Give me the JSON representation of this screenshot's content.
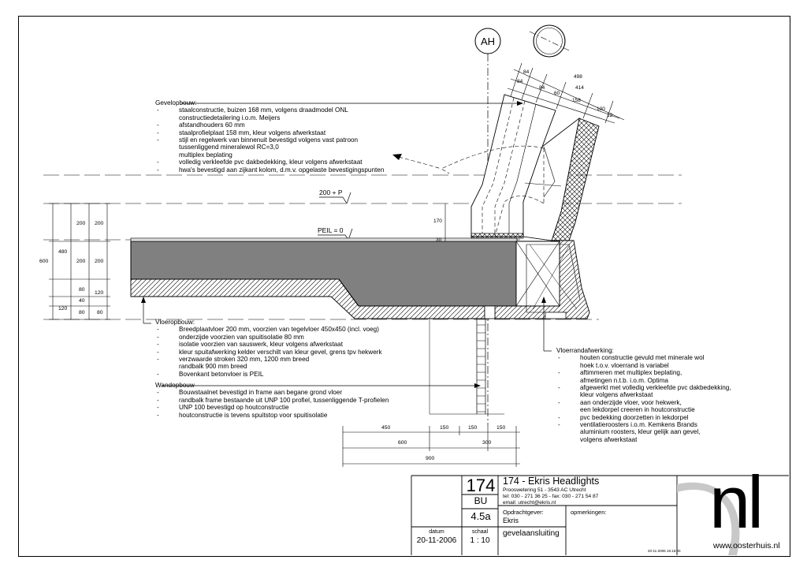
{
  "grid_label": "AH",
  "levels": {
    "top": "200 + P",
    "peil": "PEIL = 0"
  },
  "dims": {
    "top_chain": [
      "84",
      "498",
      "84",
      "414",
      "84",
      "60",
      "158",
      "100",
      "12"
    ],
    "left_col1": [
      "480",
      "600",
      "120"
    ],
    "left_col2": [
      "200",
      "200",
      "80",
      "40",
      "80"
    ],
    "left_col3": [
      "200",
      "200",
      "120",
      "80"
    ],
    "small": [
      "170",
      "30"
    ],
    "bottom_row1": [
      "450",
      "150",
      "150",
      "150"
    ],
    "bottom_row2": [
      "600",
      "300"
    ],
    "bottom_row3": [
      "900"
    ]
  },
  "notes": {
    "gevel": {
      "heading": "Gevelopbouw:",
      "items": [
        {
          "t": "staalconstructie, buizen 168 mm, volgens draadmodel ONL"
        },
        {
          "t": "constructiedetailering i.o.m. Meijers",
          "cont": true
        },
        {
          "t": "afstandhouders 60 mm"
        },
        {
          "t": "staalprofielplaat 158 mm, kleur volgens afwerkstaat"
        },
        {
          "t": "stijl en regelwerk van binnenuit bevestigd volgens vast patroon"
        },
        {
          "t": "tussenliggend mineralewol RC=3,0",
          "cont": true
        },
        {
          "t": "multiplex beplating",
          "cont": true
        },
        {
          "t": "volledig verkleefde pvc dakbedekking, kleur volgens afwerkstaat"
        },
        {
          "t": "hwa's bevestigd aan zijkant kolom, d.m.v. opgelaste bevestigingspunten"
        }
      ]
    },
    "vloer": {
      "heading": "Vloeropbouw:",
      "items": [
        {
          "t": "Breedplaatvloer 200 mm, voorzien van tegelvloer 450x450 (incl. voeg)"
        },
        {
          "t": "onderzijde voorzien van spuitisolatie 80 mm"
        },
        {
          "t": "isolatie voorzien van sauswerk, kleur volgens afwerkstaat"
        },
        {
          "t": "kleur spuitafwerking kelder verschilt van kleur gevel, grens tpv hekwerk"
        },
        {
          "t": "verzwaarde stroken 320 mm, 1200 mm breed"
        },
        {
          "t": "randbalk 900 mm breed",
          "cont": true
        },
        {
          "t": "Bovenkant betonvloer is PEIL"
        }
      ]
    },
    "wand": {
      "heading": "Wandopbouw",
      "items": [
        {
          "t": "Bouwstaalnet bevestigd in frame aan begane grond vloer"
        },
        {
          "t": "randbalk frame bestaande uit UNP 100 profiel, tussenliggende T-profielen"
        },
        {
          "t": "UNP 100 bevestigd op houtconstructie"
        },
        {
          "t": "houtconstructie is tevens spuitstop voor spuitisolatie"
        }
      ]
    },
    "rand": {
      "heading": "Vloerrandafwerking:",
      "items": [
        {
          "t": "houten constructie gevuld met minerale wol"
        },
        {
          "t": "hoek t.o.v. vloerrand is variabel",
          "cont": true
        },
        {
          "t": "aftimmeren met multiplex beplating,"
        },
        {
          "t": "afmetingen n.t.b. i.o.m. Optima",
          "cont": true
        },
        {
          "t": "afgewerkt met volledig verkleefde pvc dakbedekking,"
        },
        {
          "t": "kleur volgens afwerkstaat",
          "cont": true
        },
        {
          "t": "aan onderzijde vloer, voor hekwerk,"
        },
        {
          "t": "een lekdorpel creeren in houtconstructie",
          "cont": true
        },
        {
          "t": "pvc bedekking doorzetten in lekdorpel"
        },
        {
          "t": "ventilatieroosters i.o.m. Kemkens Brands"
        },
        {
          "t": "aluminium roosters, kleur gelijk aan gevel,",
          "cont": true
        },
        {
          "t": "volgens afwerkstaat",
          "cont": true
        }
      ]
    }
  },
  "title_block": {
    "number": "174",
    "code": "BU",
    "sheet": "4.5a",
    "project": "174 - Ekris Headlights",
    "address": "Prooswetering 51 - 3543 AC Utrecht",
    "phone": "tel: 030 - 271 36 25 - fax: 030 - 271 54 87",
    "email": "email: utrecht@ekris.nl",
    "client_label": "Opdrachtgever:",
    "client": "Ekris",
    "remarks_label": "opmerkingen:",
    "subject": "gevelaansluiting",
    "date_label": "datum",
    "date": "20-11-2006",
    "scale_label": "schaal",
    "scale": "1 : 10",
    "logo": "nl",
    "url": "www.oosterhuis.nl",
    "stamp": "20-11-2006 15:15:00"
  }
}
